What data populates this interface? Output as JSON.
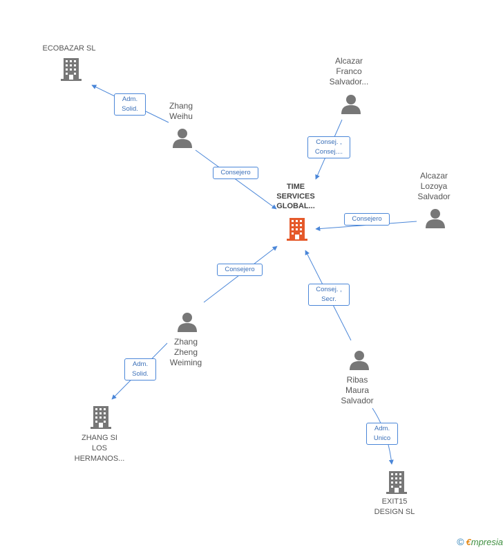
{
  "colors": {
    "edge": "#4a86d8",
    "node_gray": "#777777",
    "center_node": "#e5592a"
  },
  "nodes": {
    "center": {
      "lines": [
        "TIME",
        "SERVICES",
        "GLOBAL..."
      ],
      "icon": "building-icon"
    },
    "ecobazar": {
      "lines": [
        "ECOBAZAR SL"
      ],
      "icon": "building-icon"
    },
    "zhang_weihu": {
      "lines": [
        "Zhang",
        "Weihu"
      ],
      "icon": "person-icon"
    },
    "alcazar_franco": {
      "lines": [
        "Alcazar",
        "Franco",
        "Salvador..."
      ],
      "icon": "person-icon"
    },
    "alcazar_lozoya": {
      "lines": [
        "Alcazar",
        "Lozoya",
        "Salvador"
      ],
      "icon": "person-icon"
    },
    "zhang_zheng": {
      "lines": [
        "Zhang",
        "Zheng",
        "Weiming"
      ],
      "icon": "person-icon"
    },
    "zhang_si": {
      "lines": [
        "ZHANG SI",
        "LOS",
        "HERMANOS..."
      ],
      "icon": "building-icon"
    },
    "ribas_maura": {
      "lines": [
        "Ribas",
        "Maura",
        "Salvador"
      ],
      "icon": "person-icon"
    },
    "exit15": {
      "lines": [
        "EXIT15",
        "DESIGN SL"
      ],
      "icon": "building-icon"
    }
  },
  "edge_labels": {
    "adm_solid_ecobazar": [
      "Adm.",
      "Solid."
    ],
    "consejero_weihu": [
      "Consejero"
    ],
    "consej_franco": [
      "Consej. ,",
      "Consej...."
    ],
    "consejero_lozoya": [
      "Consejero"
    ],
    "consejero_zheng": [
      "Consejero"
    ],
    "consej_secr_ribas": [
      "Consej. ,",
      "Secr."
    ],
    "adm_solid_zhangsi": [
      "Adm.",
      "Solid."
    ],
    "adm_unico_exit15": [
      "Adm.",
      "Unico"
    ]
  },
  "brand": {
    "copyright": "©",
    "e": "€",
    "rest": "mpresia"
  }
}
